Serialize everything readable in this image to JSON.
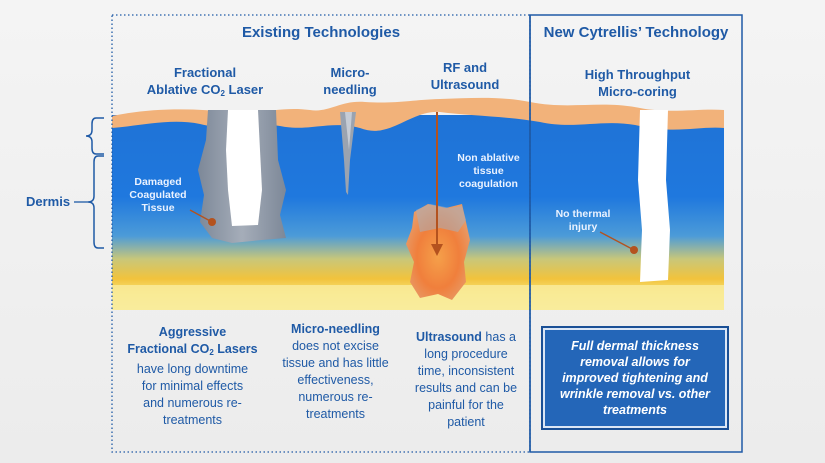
{
  "headers": {
    "existing": "Existing Technologies",
    "new": "New Cytrellis’ Technology"
  },
  "columns": {
    "laser": {
      "line1": "Fractional",
      "line2_pre": "Ablative CO",
      "line2_sub": "2",
      "line2_post": " Laser"
    },
    "microneedling": {
      "line1": "Micro-",
      "line2": "needling"
    },
    "rf": {
      "line1": "RF and",
      "line2": "Ultrasound"
    },
    "cytrellis": {
      "line1": "High Throughput",
      "line2": "Micro-coring"
    }
  },
  "annotations": {
    "dermis": "Dermis",
    "damaged": [
      "Damaged",
      "Coagulated",
      "Tissue"
    ],
    "non_ablative": [
      "Non ablative",
      "tissue",
      "coagulation"
    ],
    "no_thermal": [
      "No thermal",
      "injury"
    ]
  },
  "descriptions": {
    "laser": {
      "bold1": "Aggressive",
      "bold2_pre": "Fractional CO",
      "bold2_sub": "2",
      "bold2_post": " Lasers",
      "rest": [
        "have long downtime",
        "for minimal effects",
        "and numerous re-",
        "treatments"
      ]
    },
    "microneedling": {
      "bold": "Micro-needling",
      "rest": [
        "does not excise",
        "tissue and has little",
        "effectiveness,",
        "numerous re-",
        "treatments"
      ]
    },
    "ultrasound": {
      "bold": "Ultrasound",
      "first_rest": " has a",
      "rest": [
        "long procedure",
        "time, inconsistent",
        "results and can be",
        "painful for the",
        "patient"
      ]
    },
    "cytrellis": [
      "Full dermal thickness",
      "removal allows for",
      "improved tightening and",
      "wrinkle removal vs. other",
      "treatments"
    ]
  },
  "colors": {
    "accent_blue": "#1f5aa6",
    "dermis_blue": "#1f73d6",
    "epidermis_orange": "#f2b27a",
    "fat_yellow": "#f6e57a",
    "coag_gray": "#8e98a8",
    "heat_orange": "#f08a3a",
    "arrow_brown": "#b4521e"
  }
}
